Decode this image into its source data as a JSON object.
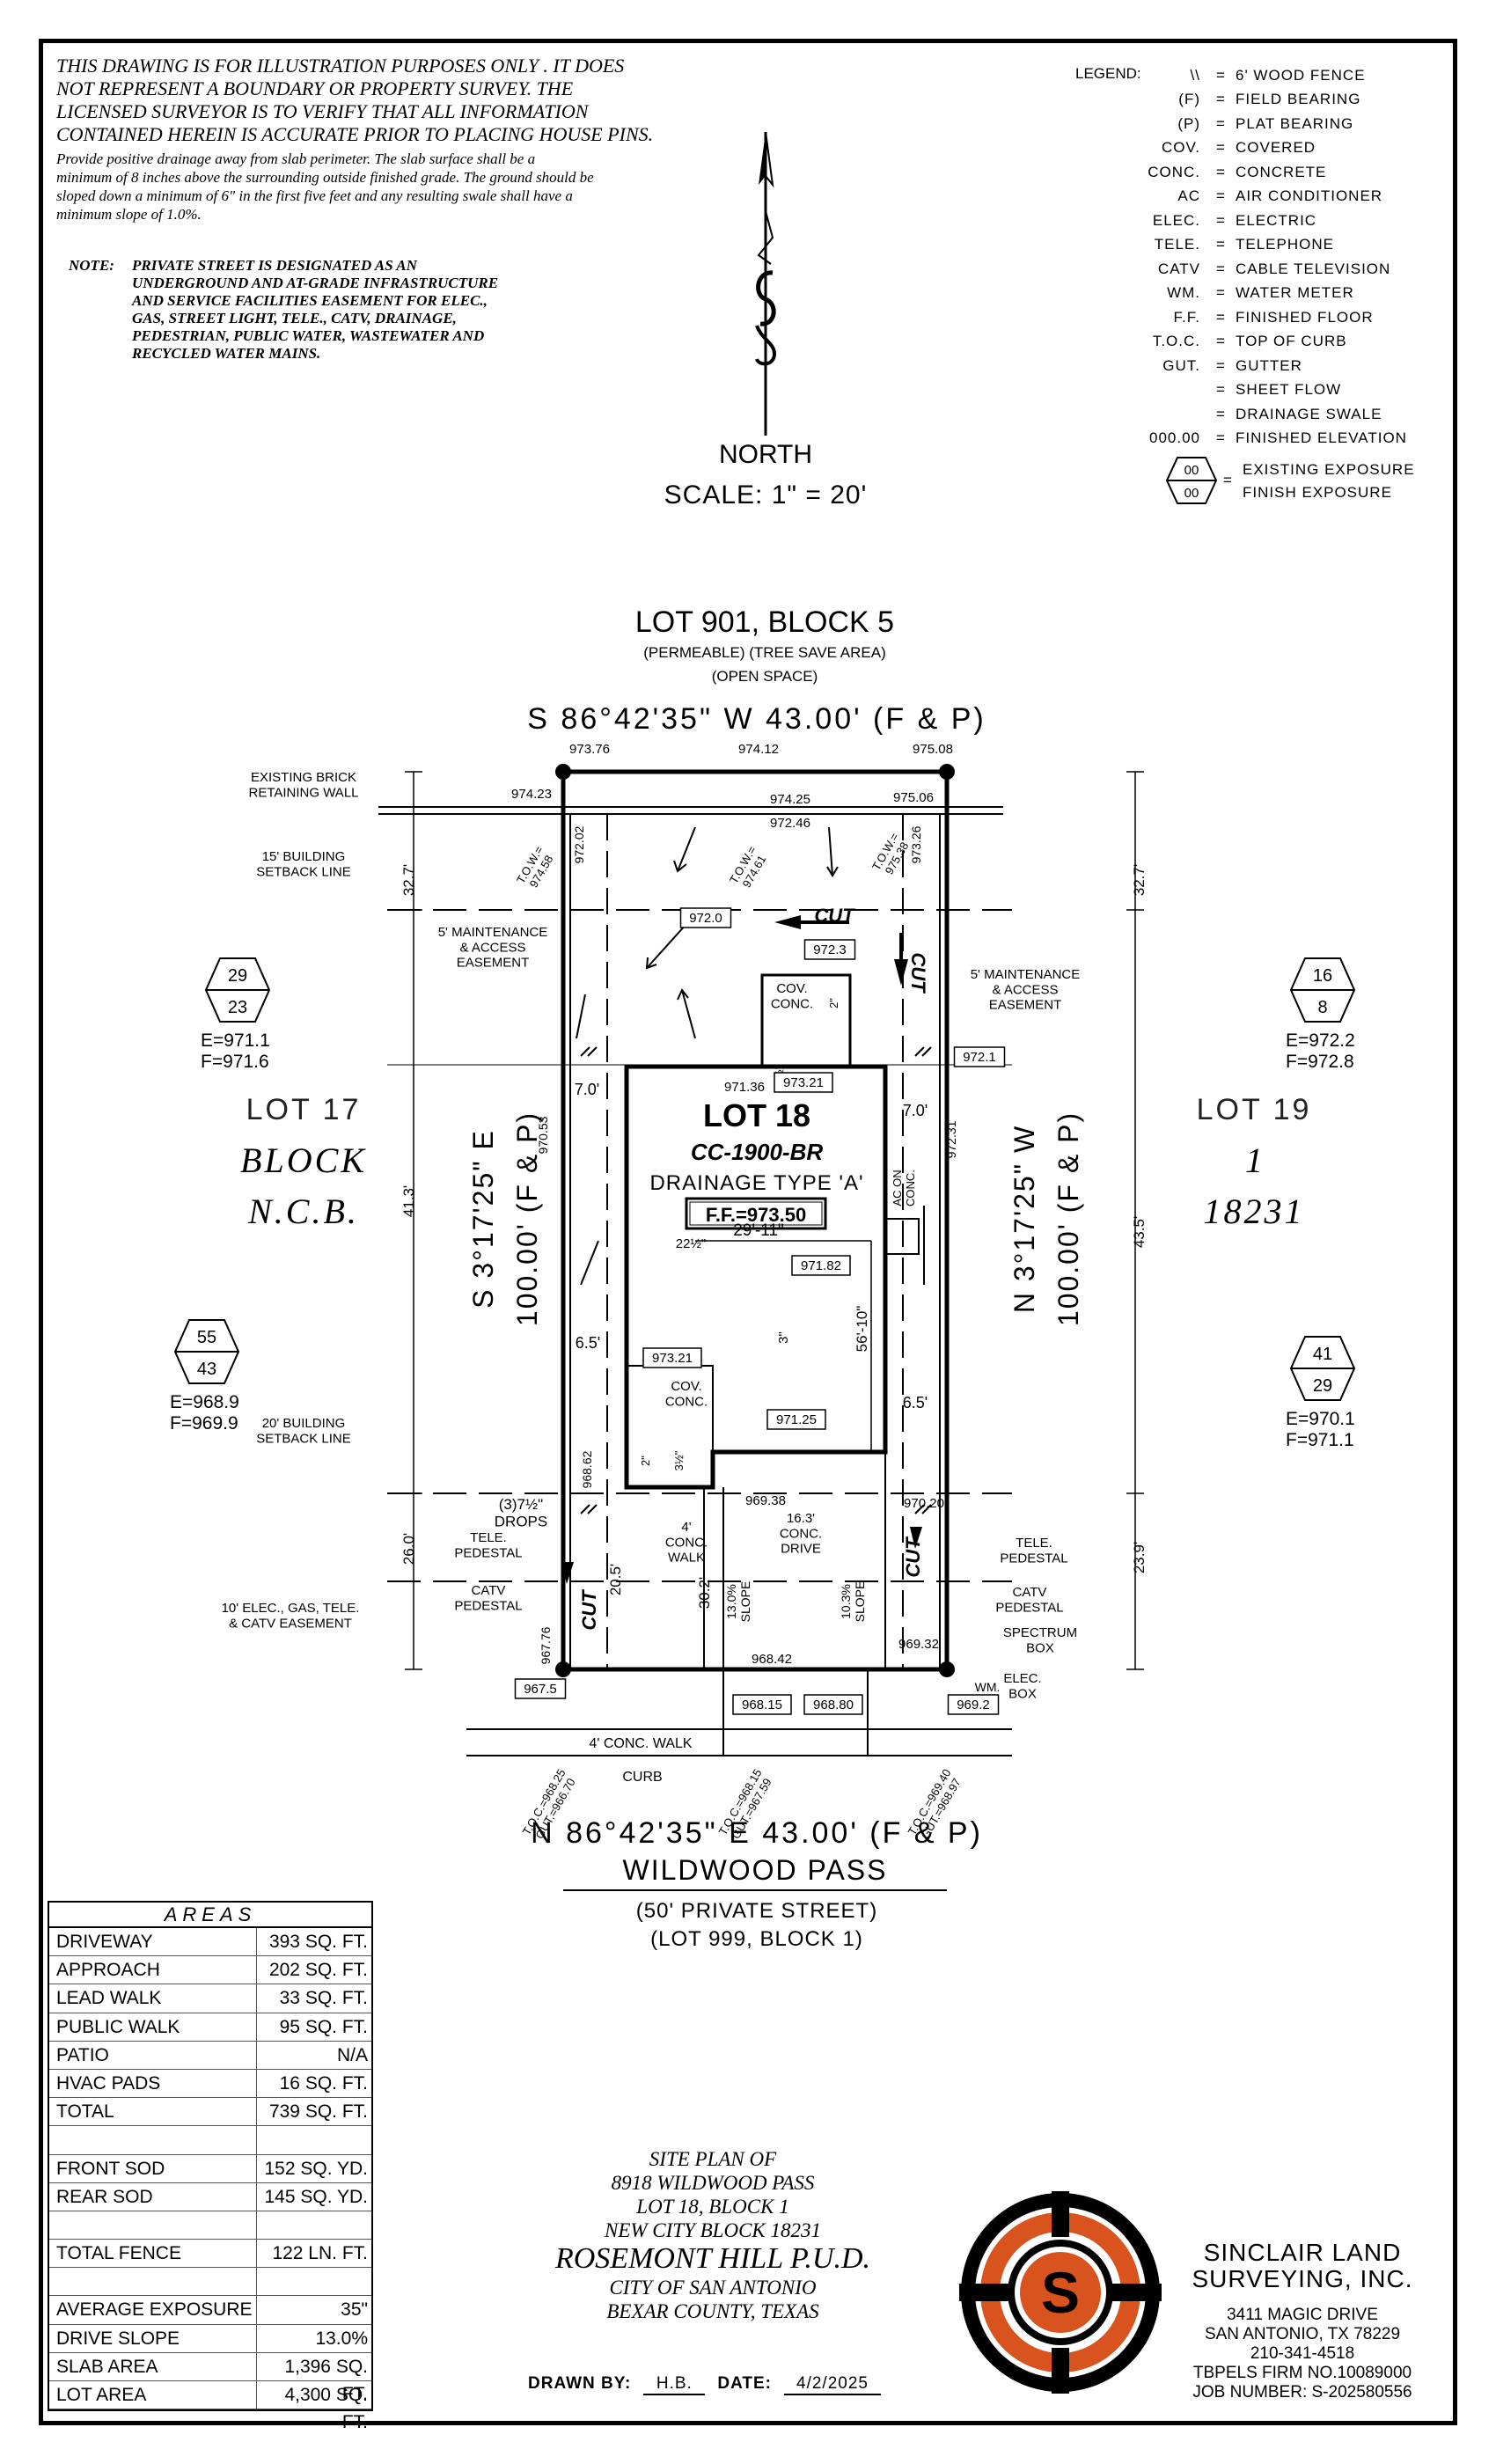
{
  "disclaimer": {
    "line1": "THIS DRAWING IS FOR ILLUSTRATION PURPOSES ONLY . IT DOES",
    "line2": "NOT REPRESENT A BOUNDARY OR PROPERTY SURVEY. THE",
    "line3": "LICENSED SURVEYOR IS TO VERIFY THAT ALL INFORMATION",
    "line4": "CONTAINED HEREIN IS ACCURATE PRIOR TO PLACING HOUSE PINS.",
    "drainage1": "Provide positive drainage away from slab perimeter. The slab surface shall be a",
    "drainage2": "minimum of 8 inches above the surrounding outside finished grade. The ground should be",
    "drainage3": "sloped down a minimum of 6\" in the first five feet and any resulting swale shall have a",
    "drainage4": "minimum slope of 1.0%."
  },
  "note": {
    "label": "NOTE:",
    "line1": "PRIVATE STREET IS DESIGNATED AS AN",
    "line2": "UNDERGROUND AND AT-GRADE INFRASTRUCTURE",
    "line3": "AND SERVICE FACILITIES EASEMENT FOR ELEC.,",
    "line4": "GAS, STREET LIGHT, TELE., CATV, DRAINAGE,",
    "line5": "PEDESTRIAN, PUBLIC WATER, WASTEWATER AND",
    "line6": "RECYCLED WATER MAINS."
  },
  "legend": {
    "title": "LEGEND:",
    "items": [
      {
        "key": "\\\\",
        "value": "6' WOOD FENCE"
      },
      {
        "key": "(F)",
        "value": "FIELD BEARING"
      },
      {
        "key": "(P)",
        "value": "PLAT BEARING"
      },
      {
        "key": "COV.",
        "value": "COVERED"
      },
      {
        "key": "CONC.",
        "value": "CONCRETE"
      },
      {
        "key": "AC",
        "value": "AIR CONDITIONER"
      },
      {
        "key": "ELEC.",
        "value": "ELECTRIC"
      },
      {
        "key": "TELE.",
        "value": "TELEPHONE"
      },
      {
        "key": "CATV",
        "value": "CABLE TELEVISION"
      },
      {
        "key": "WM.",
        "value": "WATER METER"
      },
      {
        "key": "F.F.",
        "value": "FINISHED FLOOR"
      },
      {
        "key": "T.O.C.",
        "value": "TOP OF CURB"
      },
      {
        "key": "GUT.",
        "value": "GUTTER"
      },
      {
        "key": "",
        "value": "SHEET FLOW"
      },
      {
        "key": "",
        "value": "DRAINAGE SWALE"
      },
      {
        "key": "000.00",
        "value": "FINISHED ELEVATION"
      }
    ],
    "exposure1": "EXISTING EXPOSURE",
    "exposure2": "FINISH EXPOSURE",
    "exposure_code": "00"
  },
  "north": {
    "label": "NORTH",
    "scale": "SCALE: 1\" = 20'"
  },
  "plan": {
    "top_lot": "LOT 901, BLOCK 5",
    "top_sub1": "(PERMEABLE) (TREE SAVE AREA)",
    "top_sub2": "(OPEN SPACE)",
    "top_bearing": "S 86°42'35\" W 43.00' (F & P)",
    "bottom_bearing": "N 86°42'35\" E 43.00' (F & P)",
    "street": "WILDWOOD PASS",
    "street_sub1": "(50' PRIVATE STREET)",
    "street_sub2": "(LOT 999, BLOCK 1)",
    "left_bearing": "S 3°17'25\" E",
    "left_dist": "100.00' (F & P)",
    "right_bearing": "N 3°17'25\" W",
    "right_dist": "100.00' (F & P)",
    "lot17": "LOT 17",
    "block": "BLOCK",
    "ncb": "N.C.B.",
    "lot19": "LOT 19",
    "one": "1",
    "ncbnum": "18231",
    "lot18": "LOT 18",
    "plan_code": "CC-1900-BR",
    "drainage_type": "DRAINAGE TYPE 'A'",
    "ff": "F.F.=973.50",
    "brick_wall": "EXISTING BRICK\nRETAINING WALL",
    "setback15": "15' BUILDING\nSETBACK LINE",
    "setback20": "20' BUILDING\nSETBACK LINE",
    "maint_left": "5' MAINTENANCE\n& ACCESS\nEASEMENT",
    "maint_right": "5' MAINTENANCE\n& ACCESS\nEASEMENT",
    "elec_easement": "10' ELEC., GAS, TELE.\n& CATV EASEMENT",
    "drops": "(3)7½\"\nDROPS",
    "tele_ped_left": "TELE.\nPEDESTAL",
    "catv_ped_left": "CATV\nPEDESTAL",
    "tele_ped_right": "TELE.\nPEDESTAL",
    "catv_ped_right": "CATV\nPEDESTAL",
    "spectrum_box": "SPECTRUM\nBOX",
    "elec_box": "ELEC.\nBOX",
    "wm": "WM.",
    "conc_walk": "4' CONC. WALK",
    "curb": "CURB",
    "conc_walk2": "4'\nCONC.\nWALK",
    "drive": "16.3'\nCONC.\nDRIVE",
    "cov_conc_top": "COV.\nCONC.",
    "cov_conc_bot": "COV.\nCONC.",
    "ac_on_conc": "AC ON\nCONC.",
    "cut": "CUT",
    "slope_left": "13.0%\nSLOPE",
    "slope_right": "10.3%\nSLOPE",
    "dims": {
      "d32_7_left": "32.7'",
      "d32_7_right": "32.7'",
      "d41_3": "41.3'",
      "d43_5": "43.5'",
      "d26_0": "26.0'",
      "d23_9": "23.9'",
      "d7_0_left": "7.0'",
      "d7_0_right": "7.0'",
      "d6_5_left": "6.5'",
      "d6_5_right": "6.5'",
      "d29_11": "29'-11\"",
      "d56_10": "56'-10\"",
      "d20_5": "20.5'",
      "d30_2": "30.2'",
      "d22_half": "22½\"",
      "d3_half_top": "3½\"",
      "d2_top": "2\"",
      "d3_half_bot": "3½\"",
      "d2_bot": "2\"",
      "d3": "3\""
    },
    "elev": {
      "e973_76": "973.76",
      "e974_12": "974.12",
      "e975_08": "975.08",
      "e974_23": "974.23",
      "e974_25": "974.25",
      "e975_06": "975.06",
      "e972_46": "972.46",
      "e972_02": "972.02",
      "e973_26": "973.26",
      "tow1": "T.O.W.=\n974.58",
      "tow2": "T.O.W.=\n974.61",
      "tow3": "T.O.W.=\n975.38",
      "b972_0": "972.0",
      "b972_3": "972.3",
      "b973_21_top": "973.21",
      "e971_36": "971.36",
      "b972_1": "972.1",
      "e970_53": "970.53",
      "e972_31": "972.31",
      "b971_82": "971.82",
      "b973_21_bot": "973.21",
      "b971_25": "971.25",
      "e968_62": "968.62",
      "e969_38": "969.38",
      "e970_20": "970.20",
      "e967_76": "967.76",
      "e968_42": "968.42",
      "e969_32": "969.32",
      "b967_5": "967.5",
      "b968_15": "968.15",
      "b968_80": "968.80",
      "b969_2": "969.2",
      "toc_left": "T.O.C.=968.25\nGUT.=966.70",
      "toc_mid": "T.O.C.=968.15\nGUT.=967.59",
      "toc_right": "T.O.C.=969.40\nGUT.=968.97"
    },
    "exposures": [
      {
        "top": "29",
        "bottom": "23",
        "e": "E=971.1",
        "f": "F=971.6"
      },
      {
        "top": "16",
        "bottom": "8",
        "e": "E=972.2",
        "f": "F=972.8"
      },
      {
        "top": "55",
        "bottom": "43",
        "e": "E=968.9",
        "f": "F=969.9"
      },
      {
        "top": "41",
        "bottom": "29",
        "e": "E=970.1",
        "f": "F=971.1"
      }
    ]
  },
  "areas": {
    "title": "AREAS",
    "rows": [
      {
        "label": "DRIVEWAY",
        "value": "393 SQ. FT."
      },
      {
        "label": "APPROACH",
        "value": "202 SQ. FT."
      },
      {
        "label": "LEAD WALK",
        "value": "33 SQ. FT."
      },
      {
        "label": "PUBLIC WALK",
        "value": "95 SQ. FT."
      },
      {
        "label": "PATIO",
        "value": "N/A"
      },
      {
        "label": "HVAC PADS",
        "value": "16 SQ. FT."
      },
      {
        "label": "TOTAL",
        "value": "739 SQ. FT."
      },
      {
        "label": "",
        "value": ""
      },
      {
        "label": "FRONT SOD",
        "value": "152 SQ. YD."
      },
      {
        "label": "REAR SOD",
        "value": "145 SQ. YD."
      },
      {
        "label": "",
        "value": ""
      },
      {
        "label": "TOTAL FENCE",
        "value": "122 LN. FT."
      },
      {
        "label": "",
        "value": ""
      },
      {
        "label": "AVERAGE EXPOSURE",
        "value": "35\""
      },
      {
        "label": "DRIVE SLOPE",
        "value": "13.0%"
      },
      {
        "label": "SLAB AREA",
        "value": "1,396 SQ. FT."
      },
      {
        "label": "LOT AREA",
        "value": "4,300 SQ. FT."
      }
    ]
  },
  "title_block": {
    "l1": "SITE PLAN OF",
    "l2": "8918 WILDWOOD PASS",
    "l3": "LOT 18, BLOCK 1",
    "l4": "NEW CITY BLOCK 18231",
    "l5": "ROSEMONT HILL P.U.D.",
    "l6": "CITY OF SAN ANTONIO",
    "l7": "BEXAR COUNTY, TEXAS"
  },
  "drawn": {
    "label": "DRAWN BY:",
    "by": "H.B.",
    "date_label": "DATE:",
    "date": "4/2/2025"
  },
  "company": {
    "name1": "SINCLAIR LAND",
    "name2": "SURVEYING, INC.",
    "addr1": "3411 MAGIC DRIVE",
    "addr2": "SAN ANTONIO, TX 78229",
    "phone": "210-341-4518",
    "firm": "TBPELS FIRM NO.10089000",
    "job": "JOB NUMBER: S-202580556",
    "logo_letter": "S",
    "logo_orange": "#d9531e"
  }
}
